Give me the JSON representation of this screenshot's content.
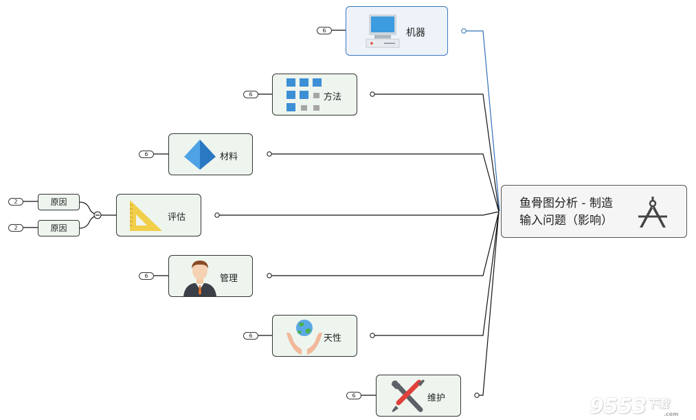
{
  "root": {
    "title_line1": "鱼骨图分析 - 制造",
    "title_line2": "输入问题（影响）"
  },
  "branches": [
    {
      "key": "machine",
      "label": "机器",
      "badge": "6",
      "icon": "computer-icon"
    },
    {
      "key": "method",
      "label": "方法",
      "badge": "6",
      "icon": "grid-icon"
    },
    {
      "key": "material",
      "label": "材料",
      "badge": "6",
      "icon": "pyramid-icon"
    },
    {
      "key": "evaluate",
      "label": "评估",
      "icon": "set-square-icon"
    },
    {
      "key": "management",
      "label": "管理",
      "badge": "6",
      "icon": "manager-avatar-icon"
    },
    {
      "key": "nature",
      "label": "天性",
      "badge": "6",
      "icon": "globe-in-hands-icon"
    },
    {
      "key": "maintenance",
      "label": "维护",
      "badge": "6",
      "icon": "wrench-screwdriver-icon"
    }
  ],
  "evaluate_children": [
    {
      "label": "原因",
      "badge": "2"
    },
    {
      "label": "原因",
      "badge": "2"
    }
  ],
  "watermark": {
    "main": "9553",
    "cn": "下载",
    "url": ".com"
  },
  "colors": {
    "node_fill": "#eef5ee",
    "selected_fill": "#eef3fa",
    "selected_border": "#3a78c0",
    "connector": "#111111",
    "icon_blue": "#3d8fd6"
  }
}
